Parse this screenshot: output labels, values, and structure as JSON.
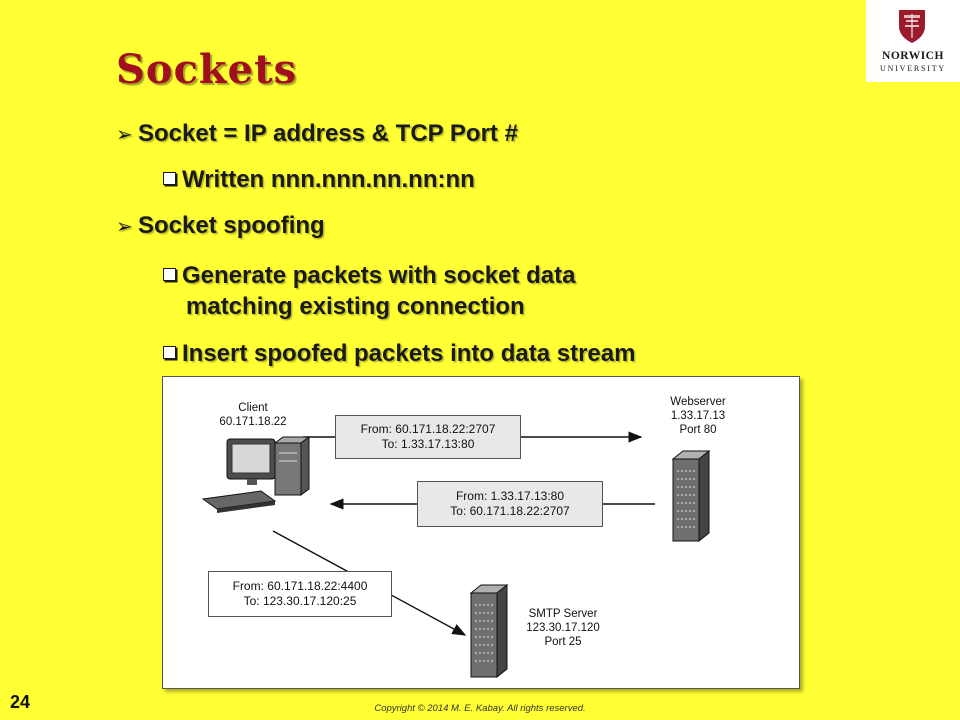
{
  "slide": {
    "title": "Sockets",
    "page_number": "24",
    "copyright": "Copyright © 2014 M. E. Kabay.  All rights reserved.",
    "colors": {
      "background": "#ffff33",
      "title": "#a10f1f"
    }
  },
  "logo": {
    "name": "NORWICH",
    "subname": "UNIVERSITY",
    "crest_icon": "university-crest-icon"
  },
  "bullets": [
    {
      "level": 1,
      "marker": "arrow",
      "text": "Socket = IP address & TCP Port #"
    },
    {
      "level": 2,
      "marker": "box",
      "text": "Written nnn.nnn.nn.nn:nn"
    },
    {
      "level": 1,
      "marker": "arrow",
      "text": "Socket spoofing"
    },
    {
      "level": 2,
      "marker": "box",
      "lines": [
        "Generate packets with socket data",
        "matching existing connection"
      ]
    },
    {
      "level": 2,
      "marker": "box",
      "text": "Insert spoofed packets into data stream"
    }
  ],
  "diagram": {
    "client": {
      "name": "Client",
      "ip": "60.171.18.22"
    },
    "webserver": {
      "name": "Webserver",
      "ip": "1.33.17.13",
      "port": "Port 80"
    },
    "smtp": {
      "name": "SMTP Server",
      "ip": "123.30.17.120",
      "port": "Port 25"
    },
    "packets": [
      {
        "from": "From: 60.171.18.22:2707",
        "to": "To: 1.33.17.13:80",
        "direction": "right"
      },
      {
        "from": "From: 1.33.17.13:80",
        "to": "To: 60.171.18.22:2707",
        "direction": "left"
      },
      {
        "from": "From: 60.171.18.22:4400",
        "to": "To: 123.30.17.120:25",
        "direction": "down-right"
      }
    ]
  }
}
